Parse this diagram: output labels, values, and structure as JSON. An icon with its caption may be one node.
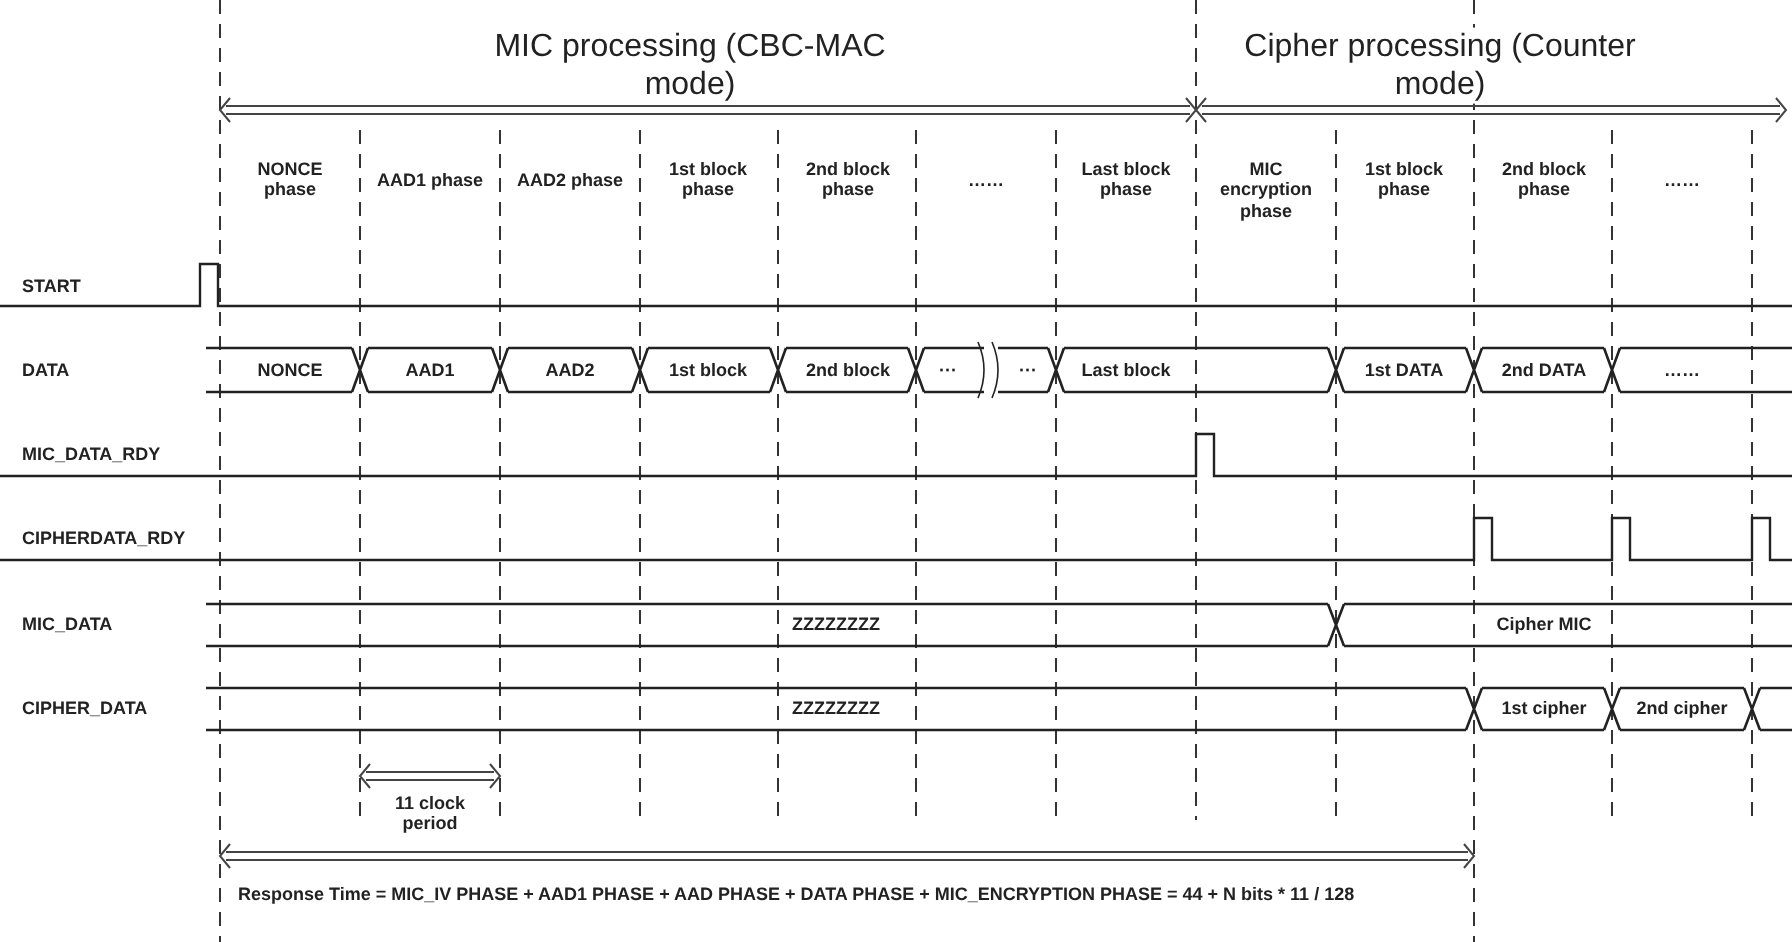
{
  "diagram": {
    "labels": [
      "MIC processing (CBC-MAC mode)",
      "Cipher processing (Counter mode)",
      "NONCE phase",
      "AAD1 phase",
      "AAD2 phase",
      "1st block phase",
      "2nd block phase",
      "……",
      "Last block phase",
      "MIC encryption phase",
      "1st block phase",
      "2nd block phase",
      "……",
      "START",
      "DATA",
      "NONCE",
      "AAD1",
      "AAD2",
      "1st block",
      "2nd block",
      "···",
      "···",
      "Last block",
      "1st DATA",
      "2nd DATA",
      "……",
      "MIC_DATA_RDY",
      "CIPHERDATA_RDY",
      "MIC_DATA",
      "ZZZZZZZZ",
      "Cipher MIC",
      "CIPHER_DATA",
      "ZZZZZZZZ",
      "1st cipher",
      "2nd cipher",
      "11 clock period",
      "Response Time = MIC_IV PHASE + AAD1 PHASE + AAD PHASE + DATA PHASE + MIC_ENCRYPTION PHASE = 44 + N bits * 11 / 128"
    ]
  }
}
